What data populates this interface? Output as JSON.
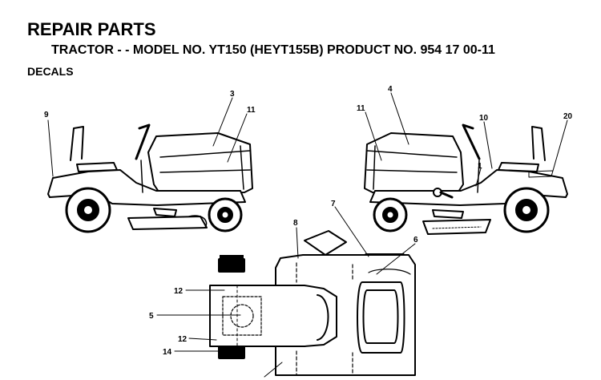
{
  "header": {
    "title": "REPAIR PARTS",
    "subtitle": "TRACTOR - - MODEL NO. YT150 (HEYT155B) PRODUCT NO. 954 17 00-11",
    "section": "DECALS"
  },
  "callouts": {
    "c3": "3",
    "c11a": "11",
    "c9": "9",
    "c4": "4",
    "c11b": "11",
    "c10": "10",
    "c20": "20",
    "c1": "1",
    "c7": "7",
    "c8": "8",
    "c6": "6",
    "c12a": "12",
    "c5": "5",
    "c12b": "12",
    "c14": "14"
  }
}
